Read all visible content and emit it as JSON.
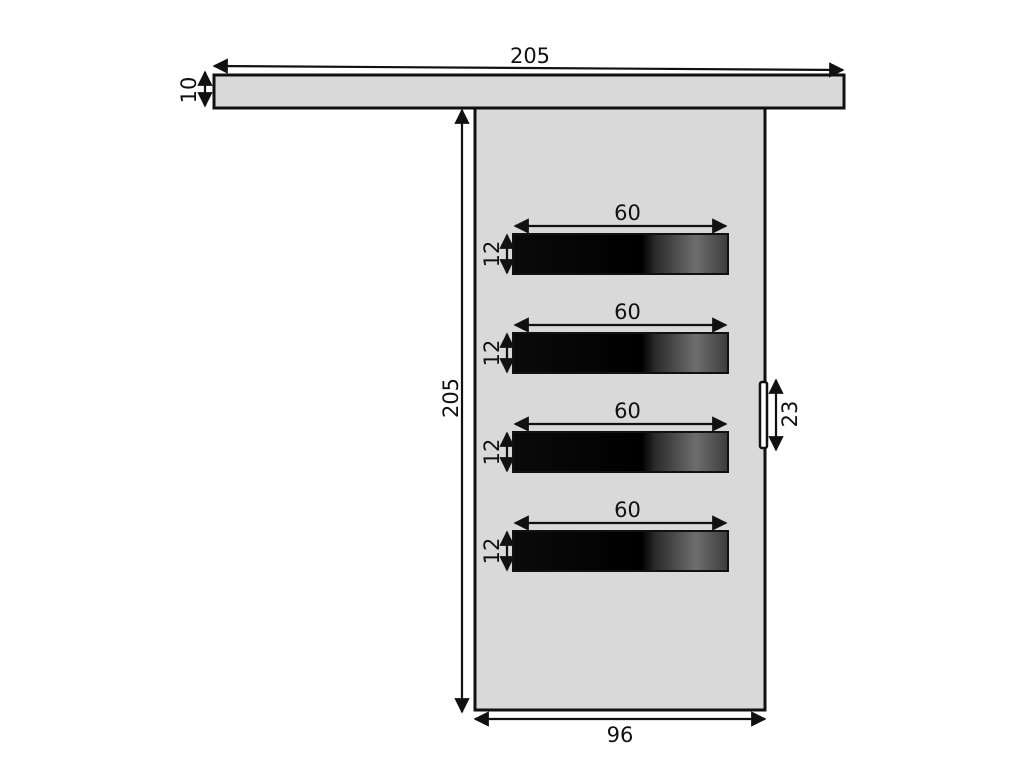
{
  "colors": {
    "panel": "#d9d9d9",
    "outline": "#111111",
    "glass_dark": "#050505",
    "glass_light": "#6a6a6a",
    "background": "#ffffff"
  },
  "rail": {
    "width_label": "205",
    "height_label": "10"
  },
  "door": {
    "height_label": "205",
    "width_label": "96"
  },
  "handle": {
    "height_label": "23"
  },
  "glass_panels": [
    {
      "width_label": "60",
      "height_label": "12"
    },
    {
      "width_label": "60",
      "height_label": "12"
    },
    {
      "width_label": "60",
      "height_label": "12"
    },
    {
      "width_label": "60",
      "height_label": "12"
    }
  ]
}
